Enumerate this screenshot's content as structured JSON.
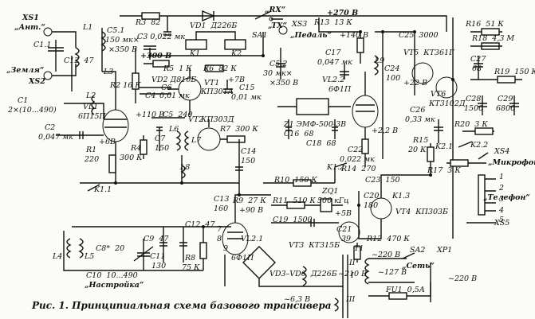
{
  "caption": "Рис. 1. Принципиальная схема базового трансивера",
  "labels": {
    "xs1": "XS1",
    "ant": "„Ант.“",
    "zemlya": "„Земля“",
    "xs2": "XS2",
    "c11": "C1.1",
    "c12": "C12  47",
    "c1": "C1",
    "c1v": "2×(10...490)",
    "l1": "L1",
    "l2": "L2",
    "l3": "L3",
    "vl1": "VL1",
    "vl1t": "6П15П",
    "c2": "C2",
    "c2v": "0,047 мк",
    "r1": "R1",
    "r1v": "220",
    "p6b": "+6В",
    "c51": "C5.1",
    "c51v": "150 мк×",
    "c51v2": "×350 В",
    "r3": "R3  82",
    "c3": "C3 0,022 мк",
    "vd1": "VD1  Д226Б",
    "rx": "„RX“",
    "sa1": "SA1",
    "tx": "„TX“",
    "xs3": "XS3",
    "pedal": "„Педаль“",
    "p270": "+270 В",
    "p300": "+300 В",
    "k1": "K1",
    "k2": "K2",
    "r2": "R2 16 К",
    "r5": "R5  1 К",
    "r6": "R6  82 К",
    "vd2": "VD2 Д816Б",
    "c4": "C4",
    "c6": "C6",
    "c6v": "0,01 мк",
    "vt1": "VT1",
    "vt1t": "КП301А",
    "p7b": "+7В",
    "c15": "C15",
    "c15v": "0,01 мк",
    "p110": "+110 В",
    "r4": "R4",
    "r4v": "300 К",
    "c5": "C5  240",
    "c7": "C7",
    "c7v": "150",
    "l6": "L6",
    "l7": "L7",
    "l8": "L8",
    "k11": "K1.1",
    "vt2": "VT2",
    "vt2t": "КП303Д",
    "r7": "R7  300 К",
    "c14": "C14",
    "c14v": "150",
    "c52": "C5.2",
    "c52v": "30 мк×",
    "c52v2": "×350 В",
    "r13": "R13  13 К",
    "p140": "+140 В",
    "c17": "C17",
    "c17v": "0,047 мк",
    "vl22": "VL2.2",
    "vl22t": "6Ф1П",
    "l9": "L9",
    "c24": "C24",
    "c24v": "100",
    "z1": "Z1 ЭМФ-500-3В",
    "c16": "C16  68",
    "c18": "C18  68",
    "c22": "C22",
    "c22v": "0,022 мк",
    "r14": "R14  270",
    "p22": "+2,2 В",
    "c25": "C25  3000",
    "r16": "R16  51 К",
    "r18": "R18  4,3 М",
    "vt5": "VT5  КТ361Г",
    "c27": "C27",
    "c27v": "68",
    "p22b": "+22 В",
    "vt6": "VT6",
    "vt6t": "КТ3102Д",
    "r19": "R19  150 К",
    "c28": "C28",
    "c28v": "1500",
    "c29": "C29",
    "c29v": "6800",
    "c26": "C26",
    "c26v": "0,33 мк",
    "r20": "R20  3 К",
    "r15": "R15",
    "r15v": "20 К",
    "k21": "K2.1",
    "k22": "K2.2",
    "r17": "R17  3 К",
    "xs4": "XS4",
    "mic": "„Микрофон“",
    "tel": "„Телефон“",
    "xs5": "XS5",
    "k12": "K1.2",
    "r10": "R10  150 К",
    "c23": "C23  150",
    "k13": "K1.3",
    "c13": "C13",
    "c13v": "160",
    "r9": "R9  27 К",
    "p90": "+90 В",
    "r11": "R11  510 К",
    "zq1": "ZQ1",
    "zq1v": "500 кГц",
    "c20": "C20",
    "c20v": "180",
    "vt4": "VT4  КП303Б",
    "p5": "+5В",
    "c19": "C19  1500",
    "c21": "C21",
    "c21v": "39",
    "r12": "R12  470 К",
    "vt3": "VT3  КТ315Б",
    "t1": "T1",
    "c8": "C8*  20",
    "c9": "C9  47",
    "c11c": "C11",
    "c11v": "130",
    "r8": "R8",
    "r8v": "75 К",
    "vl21": "VL2.1",
    "vl21t": "6Ф1П",
    "l4": "L4",
    "l5": "L5",
    "c10": "C10  10...490",
    "nastr": "„Настройка“",
    "vd3": "VD3–VD6  Д226Б",
    "n210": "~210 В",
    "n220": "~220 В",
    "sa2": "SA2",
    "set": "„Сеть“",
    "fu1": "FU1  0,5А",
    "xp1": "XP1",
    "n220b": "~220 В",
    "n127": "~127 В",
    "w1": "I",
    "w2": "II",
    "w3": "III",
    "n63": "~6,3 В",
    "pin7": "7",
    "pin8": "8",
    "pin9": "9",
    "pin1": "1",
    "pin2": "2",
    "pin3": "3",
    "pin4": "4",
    "pin5": "5"
  }
}
